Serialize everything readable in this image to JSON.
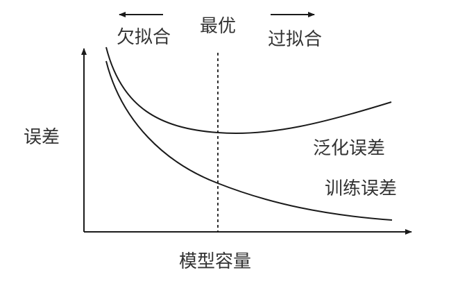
{
  "labels": {
    "underfitting": "欠拟合",
    "optimal": "最优",
    "overfitting": "过拟合",
    "y_axis": "误差",
    "x_axis": "模型容量",
    "generalization_error": "泛化误差",
    "training_error": "训练误差"
  },
  "colors": {
    "line": "#1a1a1a",
    "text": "#333333",
    "background": "#ffffff"
  }
}
